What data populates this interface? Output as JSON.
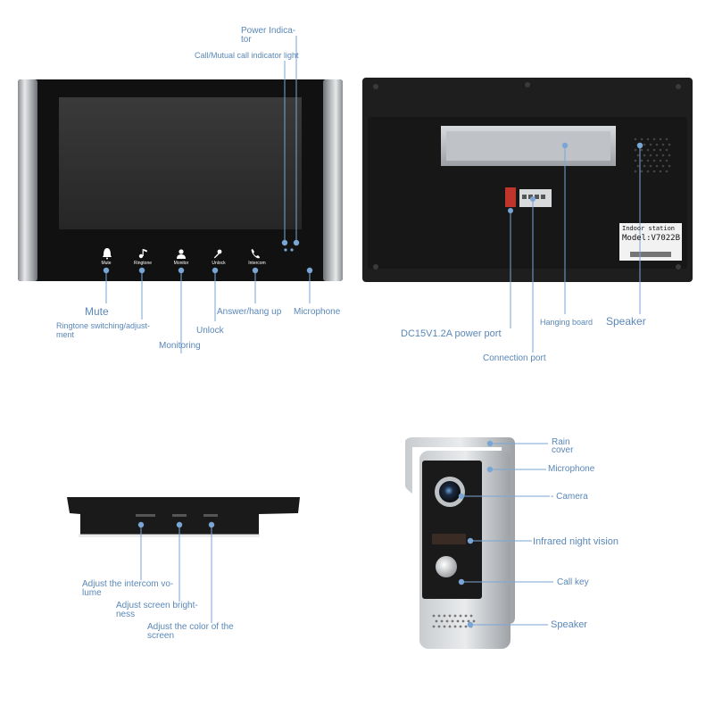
{
  "monitor_front": {
    "buttons": [
      {
        "label": "Mute",
        "icon": "bell-icon"
      },
      {
        "label": "Ringtone",
        "icon": "music-note-icon"
      },
      {
        "label": "Monitor",
        "icon": "person-icon"
      },
      {
        "label": "Unlock",
        "icon": "key-icon"
      },
      {
        "label": "Intercom",
        "icon": "phone-icon"
      }
    ],
    "callouts": {
      "power_indicator": "Power Indica-tor",
      "call_indicator": "Call/Mutual call indicator light",
      "mute": "Mute",
      "ringtone": "Ringtone switching/adjust-ment",
      "monitoring": "Monitoring",
      "unlock": "Unlock",
      "answer": "Answer/hang up",
      "microphone": "Microphone"
    }
  },
  "monitor_back": {
    "plate": {
      "title": "Indoor station",
      "model": "Model:V7022B"
    },
    "callouts": {
      "power_port": "DC15V1.2A power port",
      "connection_port": "Connection port",
      "hanging_board": "Hanging board",
      "speaker": "Speaker"
    }
  },
  "monitor_side": {
    "callouts": {
      "volume": "Adjust the intercom vo-lume",
      "brightness": "Adjust screen bright-ness",
      "color": "Adjust the color of the screen"
    }
  },
  "door_station": {
    "callouts": {
      "rain_cover": "Rain cover",
      "microphone": "Microphone",
      "camera": "- Camera",
      "infrared": "Infrared night vision",
      "call_key": "Call key",
      "speaker": "Speaker"
    }
  },
  "colors": {
    "callout": "#5a87b8",
    "leader": "#7aa6d6",
    "bezel": "#1a1a1a",
    "silver": "#b8bcc0"
  }
}
